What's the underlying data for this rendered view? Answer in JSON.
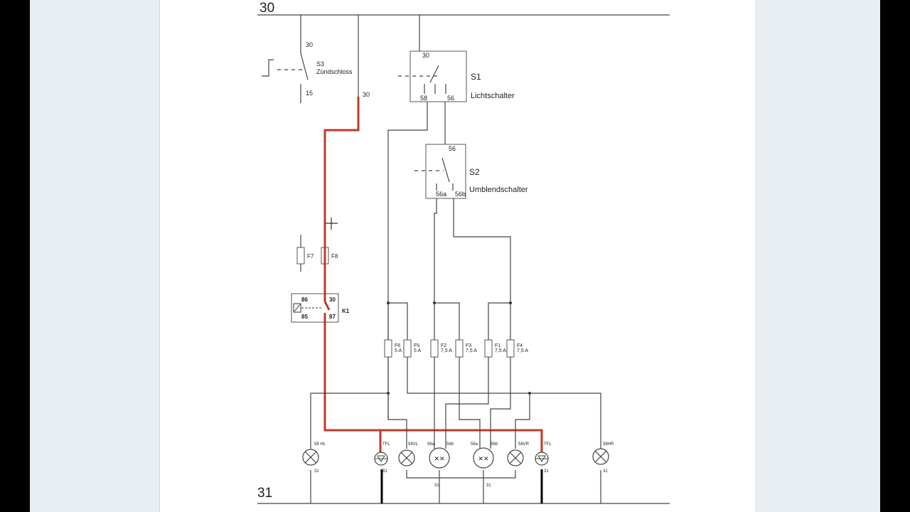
{
  "rails": {
    "top": "30",
    "bottom": "31"
  },
  "s3": {
    "t_top": "30",
    "name": "S3",
    "desc": "Zündschloss",
    "t_bottom": "15",
    "t_out": "30"
  },
  "s1": {
    "t_in": "30",
    "name": "S1",
    "desc": "Lichtschalter",
    "t58": "58",
    "t56": "56"
  },
  "s2": {
    "t_in": "56",
    "name": "S2",
    "desc": "Umblendschalter",
    "t56a": "56a",
    "t56b": "56b"
  },
  "fuses_top": [
    {
      "name": "F7"
    },
    {
      "name": "F8"
    }
  ],
  "relay": {
    "name": "K1",
    "t86": "86",
    "t85": "85",
    "t30": "30",
    "t87": "87"
  },
  "fuses_row": [
    {
      "name": "F6",
      "rating": "5 A"
    },
    {
      "name": "F5",
      "rating": "5 A"
    },
    {
      "name": "F2",
      "rating": "7,5 A"
    },
    {
      "name": "F3",
      "rating": "7,5 A"
    },
    {
      "name": "F1",
      "rating": "7,5 A"
    },
    {
      "name": "F4",
      "rating": "7,5 A"
    }
  ],
  "lamps": [
    {
      "label": "58 HL",
      "ground": "31"
    },
    {
      "label": "TFL",
      "ground": "31"
    },
    {
      "label": "58VL",
      "ground": ""
    },
    {
      "label": "56a",
      "label2": "56b",
      "ground": "31"
    },
    {
      "label": "56a",
      "label2": "56b",
      "ground": "31"
    },
    {
      "label": "58VR",
      "ground": ""
    },
    {
      "label": "TFL",
      "ground": "31"
    },
    {
      "label": "58HR",
      "ground": "31"
    }
  ],
  "colors": {
    "highlight": "#c0392b",
    "wire": "#444444"
  }
}
